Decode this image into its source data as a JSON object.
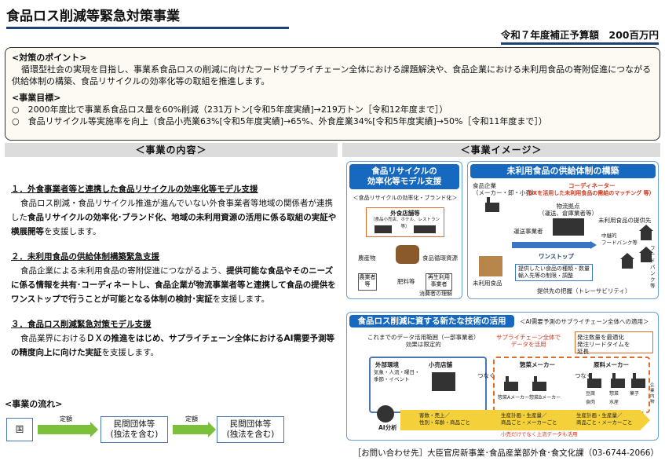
{
  "title": "食品ロス削減等緊急対策事業",
  "budget": "令和７年度補正予算額　200百万円",
  "outline": {
    "points_title": "<対策のポイント>",
    "points_text": "循環型社会の実現を目指し、事業系食品ロスの削減に向けたフードサプライチェーン全体における課題解決や、食品企業における未利用食品の寄附促進につながる供給体制の構築、食品リサイクルの効率化等の取組を推進します。",
    "goals_title": "<事業目標>",
    "goal1": "○　2000年度比で事業系食品ロス量を60%削減（231万トン[令和5年度実績]→219万トン［令和12年度まで］）",
    "goal2": "○　食品リサイクル等実施率を向上（食品小売業63%[令和5年度実績]→65%、外食産業34%[令和5年度実績]→50%［令和11年度まで］）"
  },
  "content_head": "＜事業の内容＞",
  "image_head": "＜事業イメージ＞",
  "items": [
    {
      "title": "１．外食事業者等と連携した食品リサイクルの効率化等モデル支援",
      "body_a": "食品ロス削減・食品リサイクル推進が進んでいない外食事業者等地域の関係者が連携した",
      "body_b": "食品リサイクルの効率化･ブランド化、地域の未利用資源の活用に係る取組の実証や横展開等",
      "body_c": "を支援します。"
    },
    {
      "title": "２．未利用食品の供給体制構築緊急支援",
      "body_a": "食品企業による未利用食品の寄附促進につながるよう、",
      "body_b": "提供可能な食品やそのニーズに係る情報を共有･コーディネートし、食品企業が物流事業者等と連携して食品の提供をワンストップで行うことが可能となる体制の検討･実証",
      "body_c": "を支援します。"
    },
    {
      "title": "３．食品ロス削減緊急対策モデル支援",
      "body_a": "食品業界における",
      "body_b": "ＤＸの推進をはじめ、サプライチェーン全体におけるAI需要予測等の精度向上に向けた実証",
      "body_c": "を支援します。"
    }
  ],
  "flow": {
    "label": "<事業の流れ>",
    "country": "国",
    "arrow1": "定額",
    "arrow2": "定額",
    "org1": "民間団体等\n(独法を含む)",
    "org2": "民間団体等\n(独法を含む)"
  },
  "footer": "［お問い合わせ先］大臣官房新事業･食品産業部外食･食文化課（03-6744-2066）",
  "image": {
    "recycle": {
      "header": "食品リサイクルの\n効率化等モデル支援",
      "sub": "＜食品リサイクルの効率化・ブランド化＞",
      "restaurant": "外食店舗等",
      "restaurant_note": "（食品小売店、ホテル、レストラン 等）",
      "farmer": "農産物",
      "recycled": "食品循環資源",
      "producer": "農業者\n等",
      "fertilizer": "肥料等",
      "recycler": "再生利用\n事業者",
      "consumer": "消費者の理解"
    },
    "supply": {
      "header": "未利用食品の供給体制の構築",
      "company": "食品企業\n（メーカー・卸・小売）",
      "coordinator": "コーディネーター",
      "coordinator_note": "（DXを活用した未利用食品の需給のマッチング 等）",
      "logistics": "物流拠点\n（運送、倉庫業者等）",
      "recipient": "未利用食品の提供先",
      "transport": "運送事業者",
      "intermediate": "中継的\nフードバンク等",
      "foodbank": "フードバンク等",
      "onestop": "ワンストップ",
      "unused": "未利用食品",
      "info": "提供したい食品の種類・数量\n輸入先等の制限・調整",
      "trace": "提供先の把握（トレーサビリティ）"
    },
    "tech": {
      "header": "食品ロス削減に資する新たな技術の活用",
      "sub": "＜AI需要予測のサプライチェーン全体への適用＞",
      "range": "これまでのデータ活用範囲（一部事業者）\n効果は限定的",
      "supplychain": "サプライチェーン全体で\nデータを活用",
      "external": "外部環境",
      "external_note": "気象・人流・曜日・\n季節・イベント",
      "store": "小売店舗",
      "daily": "惣菜メーカー",
      "raw": "原料メーカー",
      "tsunagu1": "つなぐ",
      "tsunagu2": "つなぐ",
      "benefit1": "発注数量を最適化",
      "benefit2": "発注リードタイムを\n延長",
      "ai": "AI分析",
      "sales": "客数・売上／\n性別・年齢・商品ごと",
      "plan1": "生産計画・生産量／\n商品ごと・メーカーごと",
      "plan2": "生産計画・生産量／\n商品ごと・メーカーごと",
      "note": "小売だけでなく上流データも活用",
      "factory1": "惣菜Aメーカー",
      "factory2": "惣菜Bメーカー",
      "mat1": "豆腐",
      "mat2": "惣菜",
      "mat3": "菓子",
      "mat4": "食肉",
      "mat5": "水産",
      "mat6": "企業内物"
    }
  }
}
